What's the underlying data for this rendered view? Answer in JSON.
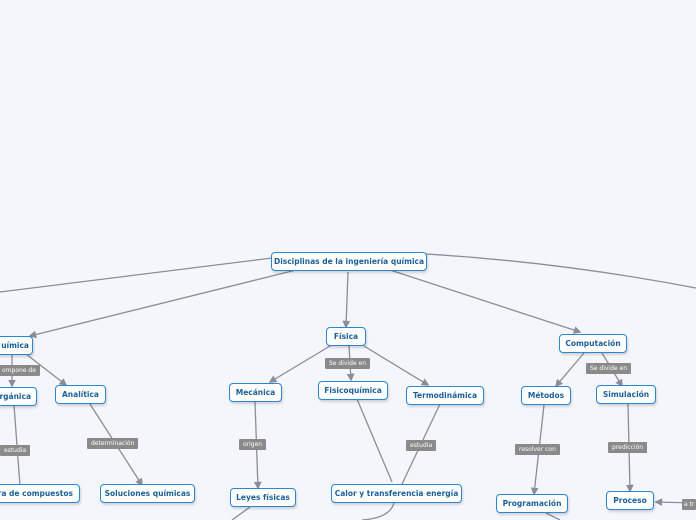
{
  "diagram": {
    "root": "Disciplinas de la ingeniería química",
    "nodes": {
      "quimica": "uímica",
      "organica": "rgánica",
      "analitica": "Analítica",
      "estructura": "ura de compuestos",
      "soluciones": "Soluciones químicas",
      "fisica": "Física",
      "mecanica": "Mecánica",
      "fisicoquimica": "Fisicoquímica",
      "termodinamica": "Termodinámica",
      "leyes": "Leyes físicas",
      "calor": "Calor y transferencia energía",
      "computacion": "Computación",
      "metodos": "Métodos",
      "simulacion": "Simulación",
      "programacion": "Programación",
      "proceso": "Proceso"
    },
    "labels": {
      "compone": "ompone de",
      "estudia1": "estudia",
      "determinacion": "determinación",
      "divide1": "Se divide en",
      "origen": "origen",
      "estudia2": "estudia",
      "divide2": "Se divide en",
      "resolver": "resolver con",
      "prediccion": "predicción",
      "partial": "a tr"
    }
  }
}
